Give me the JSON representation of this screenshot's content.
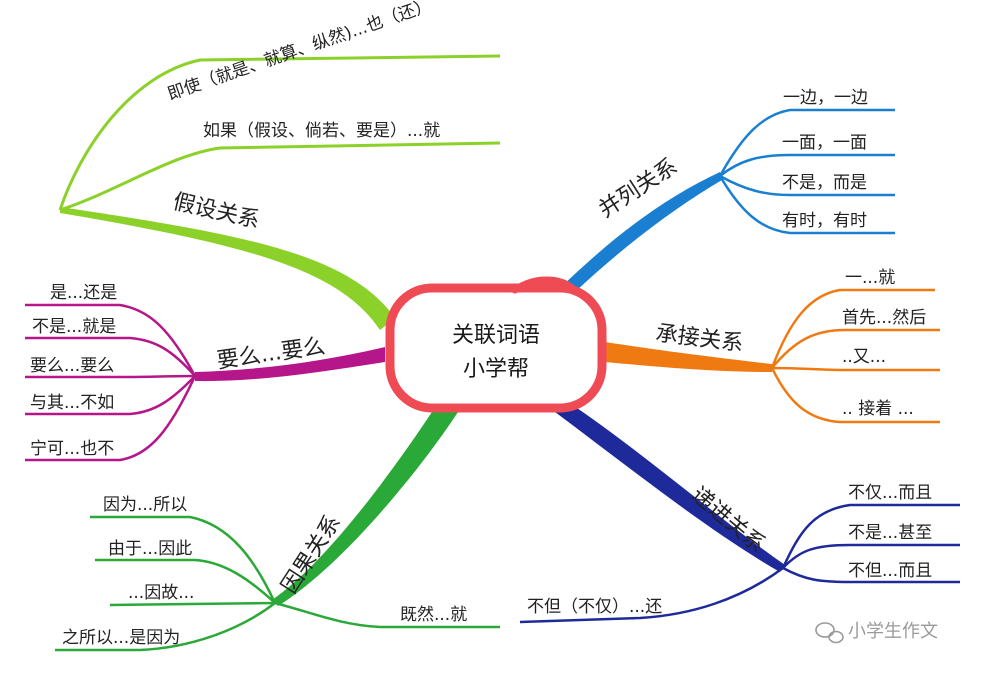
{
  "center": {
    "line1": "关联词语",
    "line2": "小学帮"
  },
  "branches": {
    "jiashe": {
      "label": "假设关系",
      "color": "#8cd12a",
      "items": [
        "即使（就是、就算、纵然)...也（还）",
        "如果（假设、倘若、要是）...就"
      ]
    },
    "yaome": {
      "label": "要么...要么",
      "color": "#b5168a",
      "items": [
        "是...还是",
        "不是...就是",
        "要么...要么",
        "与其...不如",
        "宁可...也不"
      ]
    },
    "yinguo": {
      "label": "因果关系",
      "color": "#2aa838",
      "items": [
        "因为...所以",
        "由于...因此",
        "...因故...",
        "之所以...是因为",
        "既然...就"
      ]
    },
    "binglie": {
      "label": "并列关系",
      "color": "#1a7fd0",
      "items": [
        "一边，一边",
        "一面，一面",
        "不是，而是",
        "有时，有时"
      ]
    },
    "chengjie": {
      "label": "承接关系",
      "color": "#f07a12",
      "items": [
        "一...就",
        "首先...然后",
        "..又...",
        ".. 接着 ..."
      ]
    },
    "dijin": {
      "label": "递进关系",
      "color": "#1f2a9a",
      "items": [
        "不仅...而且",
        "不是...甚至",
        "不但...而且",
        "不但（不仅）...还"
      ]
    }
  },
  "watermark": {
    "text": "小学生作文",
    "icon": "wechat-icon"
  },
  "colors": {
    "center_border": "#ee4b55"
  }
}
